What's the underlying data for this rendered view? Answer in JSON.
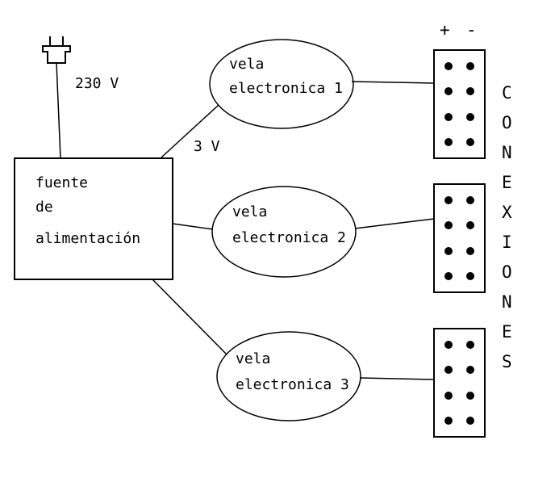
{
  "colors": {
    "line": "#000000",
    "background": "#ffffff"
  },
  "diagram": {
    "mains_voltage_label": "230 V",
    "output_voltage_label": "3 V",
    "power_supply": {
      "line1": "fuente",
      "line2": "de",
      "line3": "alimentación"
    },
    "candles": [
      {
        "line1": "vela",
        "line2": "electronica 1"
      },
      {
        "line1": "vela",
        "line2": "electronica 2"
      },
      {
        "line1": "vela",
        "line2": "electronica 3"
      }
    ],
    "polarity": {
      "plus": "+",
      "minus": "-"
    },
    "connections_label": "CONEXIONES",
    "connections_letters": [
      "C",
      "O",
      "N",
      "E",
      "X",
      "I",
      "O",
      "N",
      "E",
      "S"
    ]
  }
}
